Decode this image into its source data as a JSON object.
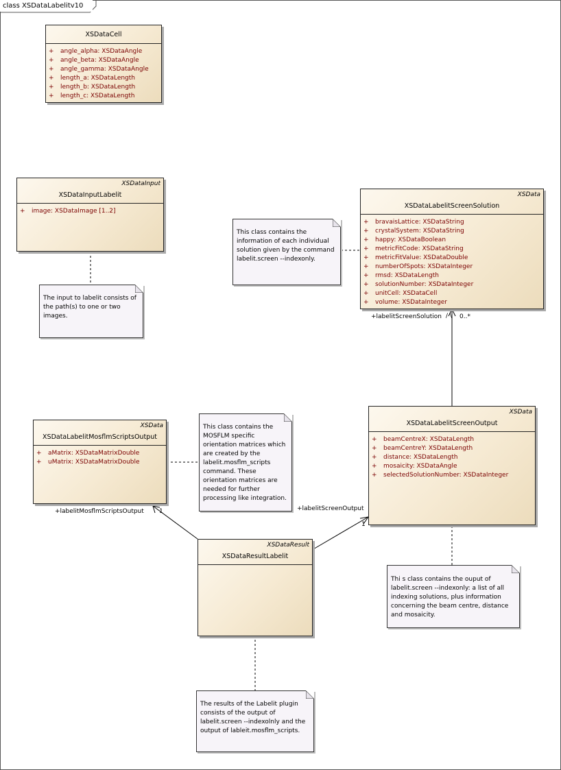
{
  "frame": {
    "title": "class XSDataLabelitv10"
  },
  "classes": {
    "cell": {
      "name": "XSDataCell",
      "stereotype": "",
      "attributes": [
        {
          "vis": "+",
          "text": "angle_alpha:  XSDataAngle"
        },
        {
          "vis": "+",
          "text": "angle_beta:  XSDataAngle"
        },
        {
          "vis": "+",
          "text": "angle_gamma:  XSDataAngle"
        },
        {
          "vis": "+",
          "text": "length_a:  XSDataLength"
        },
        {
          "vis": "+",
          "text": "length_b:  XSDataLength"
        },
        {
          "vis": "+",
          "text": "length_c:  XSDataLength"
        }
      ]
    },
    "input": {
      "name": "XSDataInputLabelit",
      "stereotype": "XSDataInput",
      "attributes": [
        {
          "vis": "+",
          "text": "image:  XSDataImage [1..2]"
        }
      ]
    },
    "solution": {
      "name": "XSDataLabelitScreenSolution",
      "stereotype": "XSData",
      "attributes": [
        {
          "vis": "+",
          "text": "bravaisLattice:  XSDataString"
        },
        {
          "vis": "+",
          "text": "crystalSystem:  XSDataString"
        },
        {
          "vis": "+",
          "text": "happy:  XSDataBoolean"
        },
        {
          "vis": "+",
          "text": "metricFitCode:  XSDataString"
        },
        {
          "vis": "+",
          "text": "metricFitValue:  XSDataDouble"
        },
        {
          "vis": "+",
          "text": "numberOfSpots:  XSDataInteger"
        },
        {
          "vis": "+",
          "text": "rmsd:  XSDataLength"
        },
        {
          "vis": "+",
          "text": "solutionNumber:  XSDataInteger"
        },
        {
          "vis": "+",
          "text": "unitCell:  XSDataCell"
        },
        {
          "vis": "+",
          "text": "volume:  XSDataInteger"
        }
      ]
    },
    "mosflm": {
      "name": "XSDataLabelitMosflmScriptsOutput",
      "stereotype": "XSData",
      "attributes": [
        {
          "vis": "+",
          "text": "aMatrix:  XSDataMatrixDouble"
        },
        {
          "vis": "+",
          "text": "uMatrix:  XSDataMatrixDouble"
        }
      ]
    },
    "screen_output": {
      "name": "XSDataLabelitScreenOutput",
      "stereotype": "XSData",
      "attributes": [
        {
          "vis": "+",
          "text": "beamCentreX:  XSDataLength"
        },
        {
          "vis": "+",
          "text": "beamCentreY:  XSDataLength"
        },
        {
          "vis": "+",
          "text": "distance:  XSDataLength"
        },
        {
          "vis": "+",
          "text": "mosaicity:  XSDataAngle"
        },
        {
          "vis": "+",
          "text": "selectedSolutionNumber:  XSDataInteger"
        }
      ]
    },
    "result": {
      "name": "XSDataResultLabelit",
      "stereotype": "XSDataResult",
      "attributes": []
    }
  },
  "notes": {
    "input": [
      "The input to labelit consists of",
      "the path(s) to one or two",
      "images."
    ],
    "solution": [
      "This class contains the",
      "information of each individual",
      "solution given by the command",
      "labelit.screen --indexonly."
    ],
    "mosflm": [
      "This class contains the",
      "MOSFLM specific",
      "orientation matrices which",
      "are created by the",
      "labelit.mosflm_scripts",
      "command. These",
      "orientation matrices are",
      "needed for further",
      "processing like integration."
    ],
    "screen_output": [
      "Thi s class contains the ouput of",
      "labelit.screen --indexonly: a list of all",
      "indexing solutions, plus information",
      "concerning the beam centre, distance",
      "and mosaicity."
    ],
    "result": [
      "The results of the Labelit plugin",
      "consists of the output of",
      "labelit.screen --indexolnly and the",
      "output of lableit.mosflm_scripts."
    ]
  },
  "associations": {
    "solution_role": "+labelitScreenSolution",
    "solution_mult": "0..*",
    "screen_output_role": "+labelitScreenOutput",
    "screen_output_mult": "1",
    "mosflm_role": "+labelitMosflmScriptsOutput",
    "mosflm_mult": "1"
  },
  "colors": {
    "attribute_text": "#7a0000",
    "class_fill": "#f6ead3",
    "note_fill": "#f7f4f9"
  }
}
